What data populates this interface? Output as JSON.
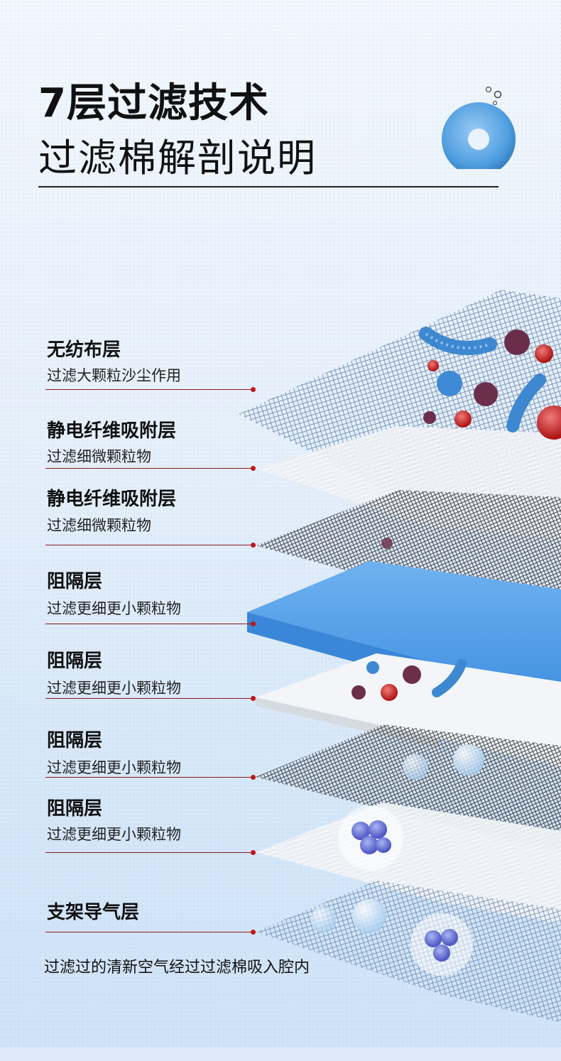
{
  "header": {
    "title": "7层过滤技术",
    "subtitle": "过滤棉解剖说明"
  },
  "layers": [
    {
      "title": "无纺布层",
      "desc": "过滤大颗粒沙尘作用"
    },
    {
      "title": "静电纤维吸附层",
      "desc": "过滤细微颗粒物"
    },
    {
      "title": "静电纤维吸附层",
      "desc": "过滤细微颗粒物"
    },
    {
      "title": "阻隔层",
      "desc": "过滤更细更小颗粒物"
    },
    {
      "title": "阻隔层",
      "desc": "过滤更细更小颗粒物"
    },
    {
      "title": "阻隔层",
      "desc": "过滤更细更小颗粒物"
    },
    {
      "title": "阻隔层",
      "desc": "过滤更细更小颗粒物"
    },
    {
      "title": "支架导气层",
      "desc": ""
    }
  ],
  "footer": {
    "text": "过滤过的清新空气经过过滤棉吸入腔内"
  },
  "icons": {
    "filter_pad": "filter-pad-icon",
    "bacteria": "bacteria-icon",
    "water_molecule": "water-molecule-icon"
  },
  "colors": {
    "accent_blue": "#4a95e4",
    "leader_red": "#c01818",
    "text": "#111111"
  }
}
